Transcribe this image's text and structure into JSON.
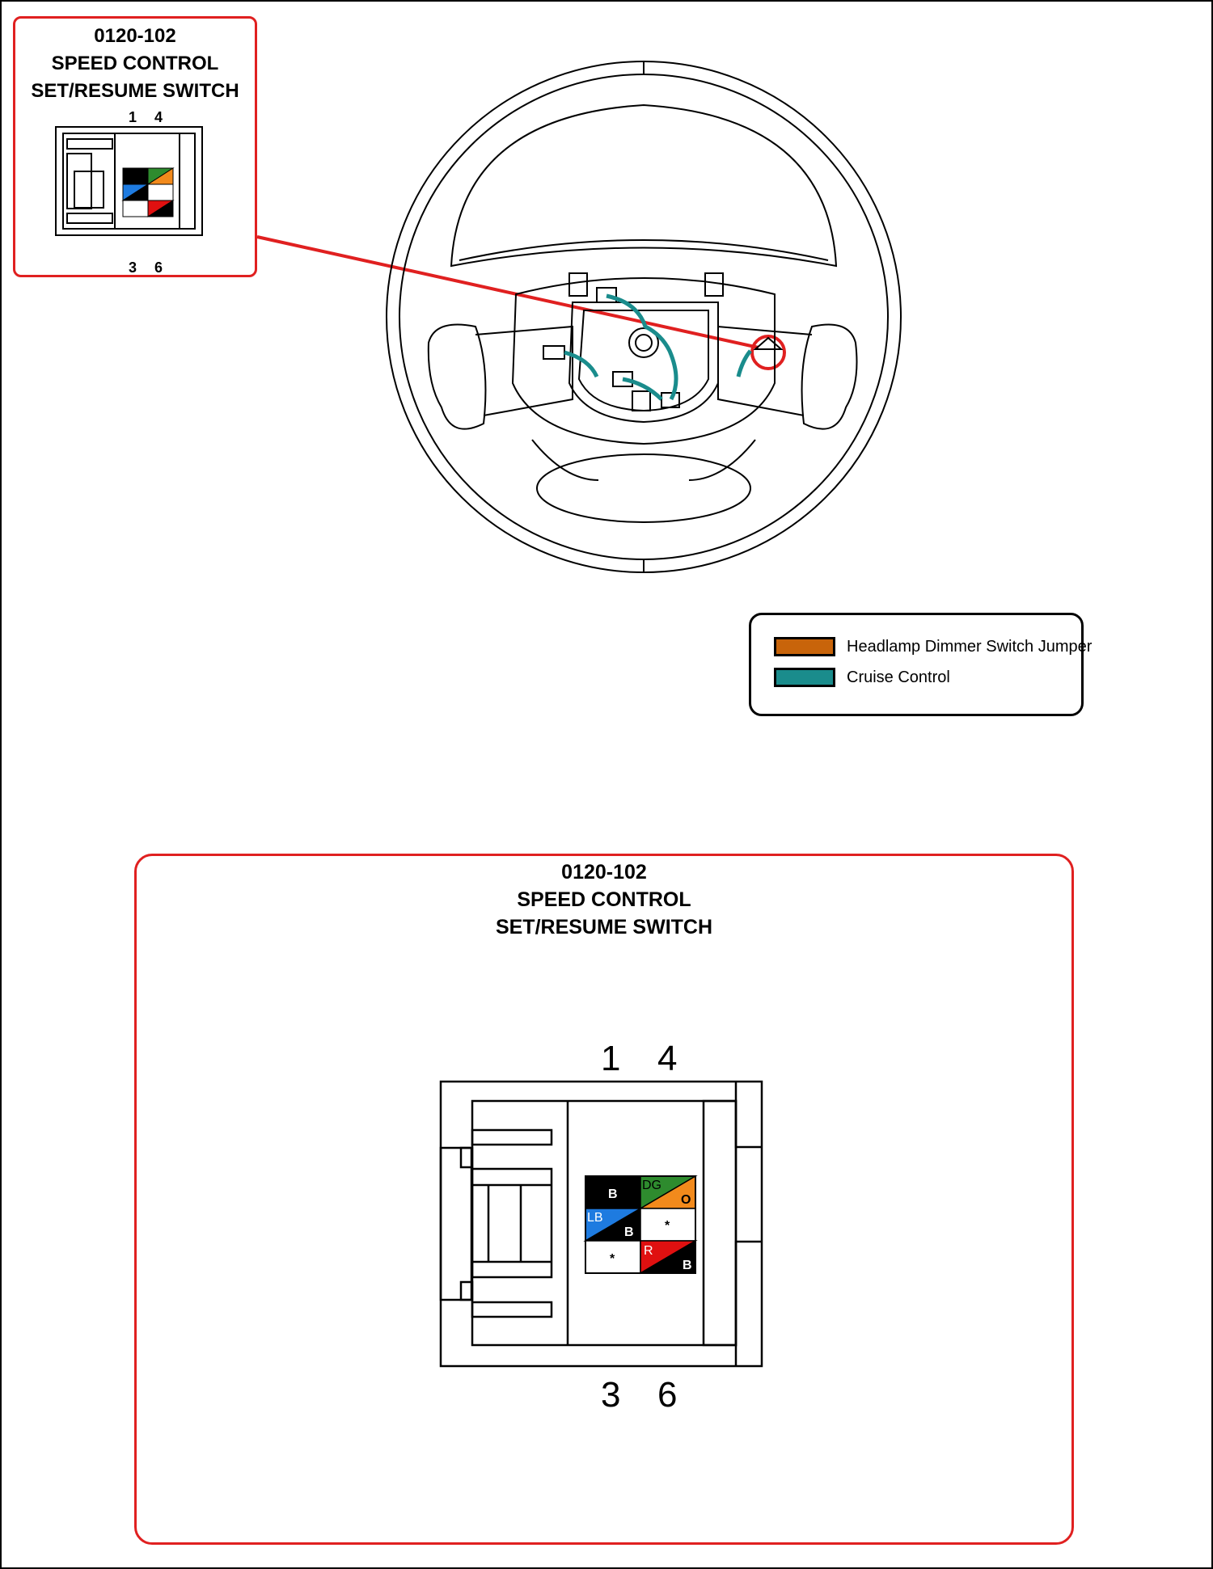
{
  "connector": {
    "id": "0120-102",
    "name_line1": "SPEED CONTROL",
    "name_line2": "SET/RESUME SWITCH",
    "pins_top": [
      "1",
      "4"
    ],
    "pins_bottom": [
      "3",
      "6"
    ],
    "cavities": [
      {
        "row": 1,
        "col": 1,
        "label": "B",
        "color": "#000000",
        "label2": ""
      },
      {
        "row": 1,
        "col": 2,
        "label": "DG",
        "color": "#2e8b2e",
        "label2": "O",
        "color2": "#f28a1c"
      },
      {
        "row": 2,
        "col": 1,
        "label": "LB",
        "color": "#1e7be0",
        "label2": "B",
        "color2": "#000000"
      },
      {
        "row": 2,
        "col": 2,
        "label": "*",
        "color": "#ffffff",
        "label2": ""
      },
      {
        "row": 3,
        "col": 1,
        "label": "*",
        "color": "#ffffff",
        "label2": ""
      },
      {
        "row": 3,
        "col": 2,
        "label": "R",
        "color": "#e01010",
        "label2": "B",
        "color2": "#000000"
      }
    ]
  },
  "legend": {
    "items": [
      {
        "label": "Headlamp Dimmer Switch Jumper",
        "color": "#c8640a"
      },
      {
        "label": "Cruise Control",
        "color": "#1a8c8c"
      }
    ]
  },
  "colors": {
    "callout": "#e02020",
    "wire": "#1a8c8c"
  }
}
